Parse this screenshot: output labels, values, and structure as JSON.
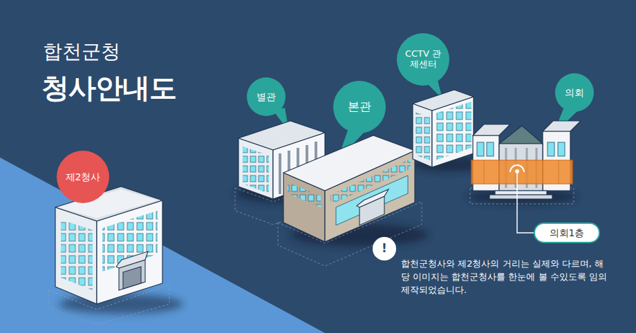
{
  "diagram": {
    "title": "합천군청",
    "nodes": [
      {
        "text": [
          "별관"
        ]
      },
      {
        "text": [
          "본관"
        ]
      },
      {
        "text": [
          "CCTV 관제센터"
        ]
      },
      {
        "text": [
          "의회"
        ]
      },
      {
        "text": [
          "제2청사"
        ]
      },
      {
        "text": [
          "의회1층"
        ]
      },
      {
        "text": [
          "!"
        ]
      }
    ],
    "labels": [
      "청사안내도",
      "합천군청사와 제2청사의 거리는 실제와 다르며, 해당 이미지는 합천군청사를 한눈에 볼 수있도록 임의 제작되었습니다."
    ]
  }
}
